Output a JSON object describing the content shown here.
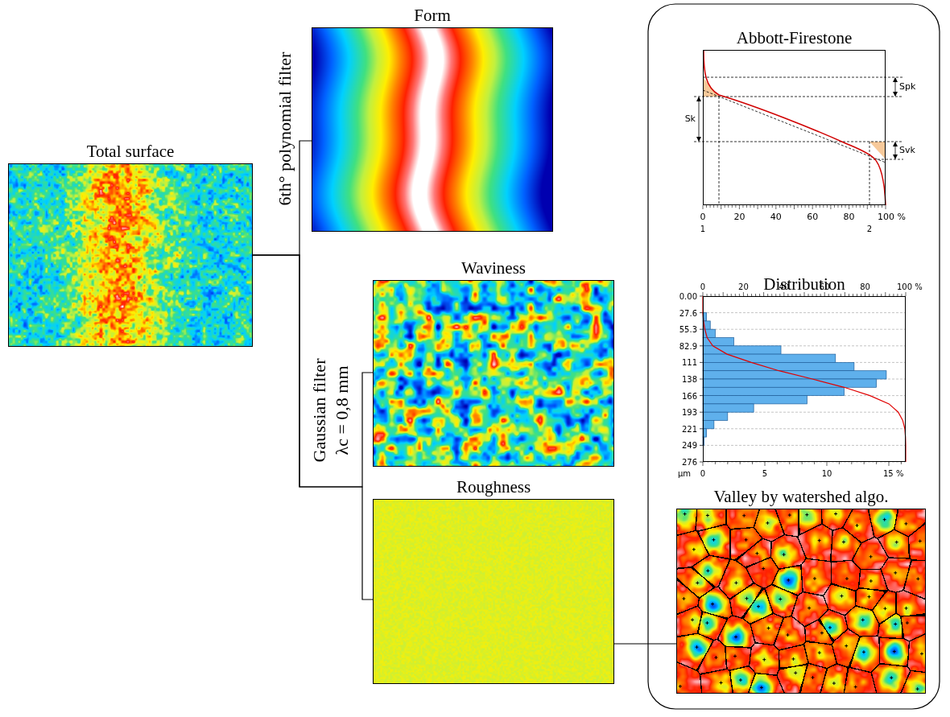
{
  "diagram": {
    "nodes": [
      {
        "text": [
          "Total surface"
        ]
      },
      {
        "text": [
          "Form"
        ]
      },
      {
        "text": [
          "Waviness"
        ]
      },
      {
        "text": [
          "Roughness"
        ]
      },
      {
        "text": [
          "Abbott-Firestone"
        ]
      },
      {
        "text": [
          "Distribution"
        ]
      },
      {
        "text": [
          "Valley by watershed algo."
        ]
      }
    ],
    "edges": [
      {
        "from": 0,
        "to": 1,
        "arrow": "none"
      },
      {
        "from": 0,
        "to": 2,
        "arrow": "none"
      },
      {
        "from": 0,
        "to": 3,
        "arrow": "none"
      },
      {
        "from": 3,
        "to": 6,
        "arrow": "none"
      }
    ],
    "labels": [
      "6th° polynomial filter",
      "Gaussian filter",
      "λc = 0,8 mm",
      "Spk",
      "Sk",
      "Svk",
      "0",
      "20",
      "40",
      "60",
      "80",
      "100 %",
      "1",
      "2",
      "0",
      "20",
      "40",
      "60",
      "80",
      "100 %",
      "0.00",
      "27.6",
      "55.3",
      "82.9",
      "111",
      "138",
      "166",
      "193",
      "221",
      "249",
      "276",
      "µm",
      "0",
      "5",
      "10",
      "15 %"
    ]
  }
}
